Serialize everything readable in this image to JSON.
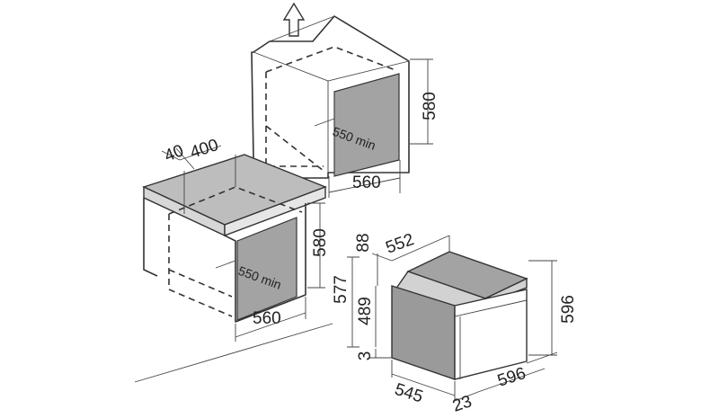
{
  "colors": {
    "cavity_fill": "#a3a3a3",
    "counter_fill": "#bdbdbd",
    "oven_dark": "#9a9a9a",
    "oven_light": "#d2d2d2",
    "line": "#333333"
  },
  "icons": {
    "vent_arrow": "up-arrow-icon"
  },
  "tall_unit": {
    "height": "580",
    "depth_min": "550 min",
    "width": "560"
  },
  "under_counter": {
    "gap": "40",
    "counter_depth": "400",
    "height": "580",
    "depth_min": "550 min",
    "width": "560"
  },
  "oven": {
    "top_gap": "88",
    "depth_total": "552",
    "height_total": "577",
    "body_height": "489",
    "bottom_offset": "3",
    "body_depth": "545",
    "door": "23",
    "height": "596",
    "width": "596"
  }
}
